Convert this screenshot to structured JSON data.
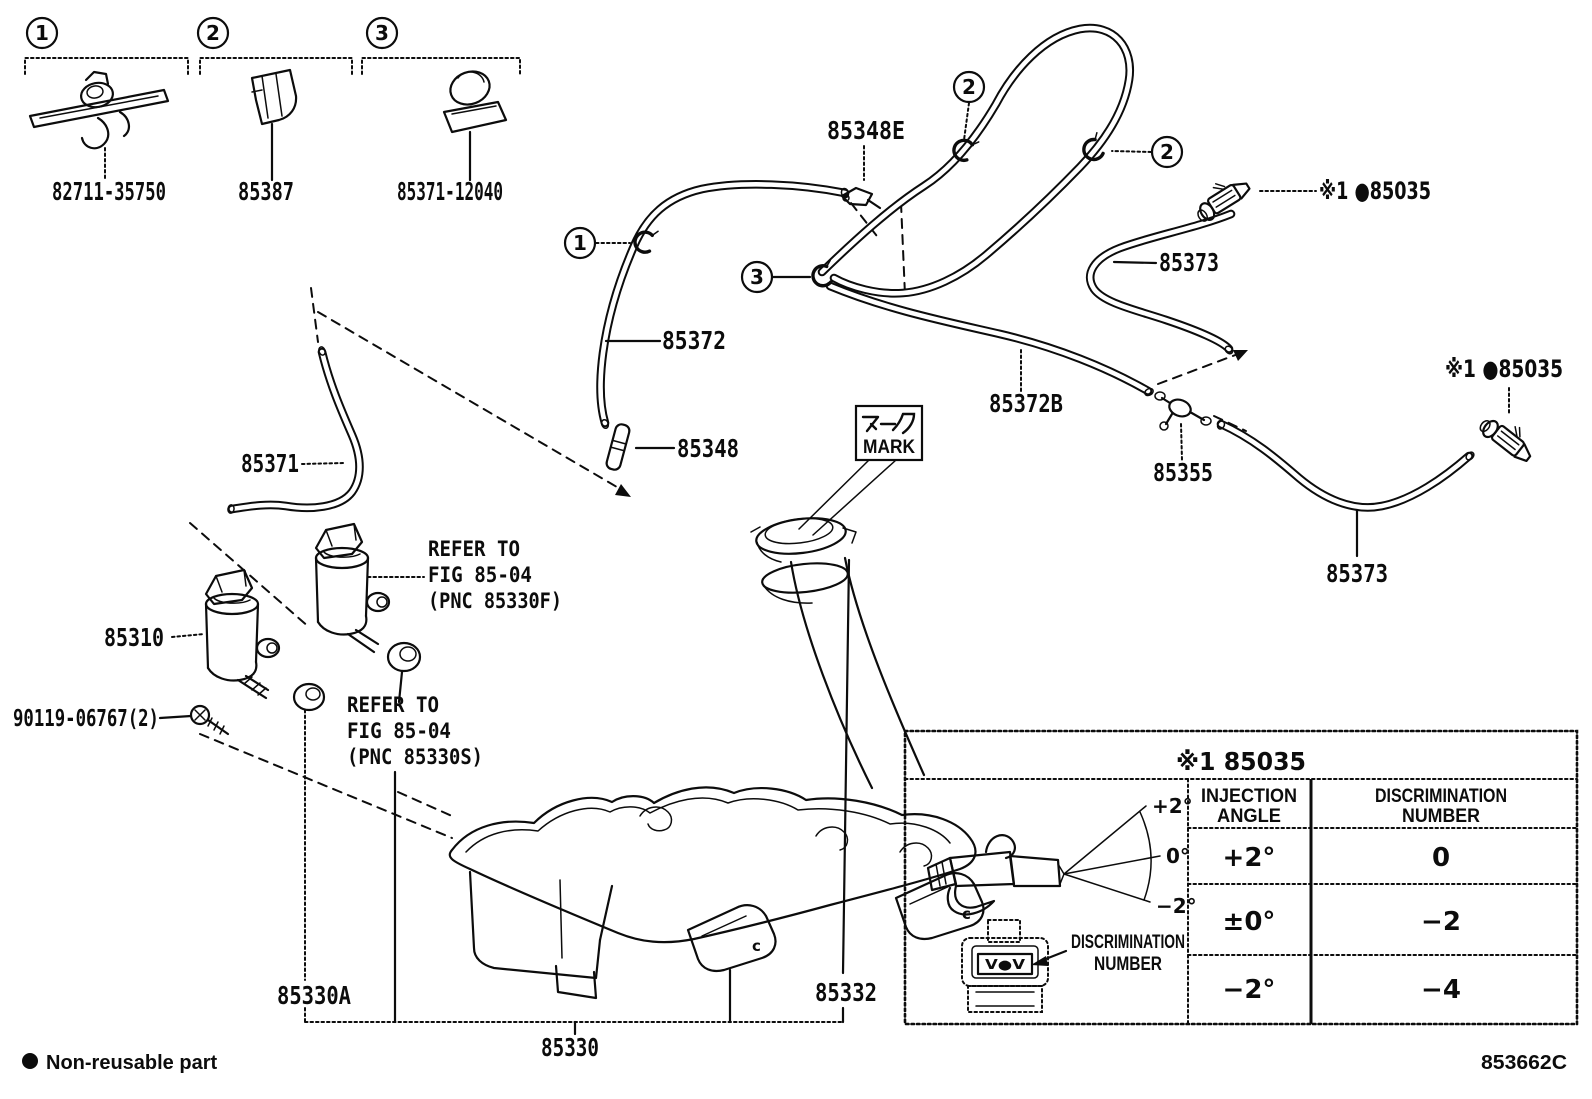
{
  "page": {
    "footer_bullet": "●",
    "footer_note": "Non-reusable part",
    "doc_code": "853662C"
  },
  "legend": {
    "items": [
      {
        "num": "1",
        "part": "82711-35750"
      },
      {
        "num": "2",
        "part": "85387"
      },
      {
        "num": "3",
        "part": "85371-12040"
      }
    ]
  },
  "callouts": {
    "one": "1",
    "two": "2",
    "three": "3"
  },
  "parts": {
    "hose_joint_e": "85348E",
    "hose_front": "85372",
    "joint": "85348",
    "hose_left": "85371",
    "washer_pump": "85310",
    "screw": "90119-06767(2)",
    "hose_rear": "85372B",
    "connector_three_way": "85355",
    "hose_nozzle_left": "85373",
    "hose_nozzle_right": "85373",
    "nozzle_left": "※1 ●85035",
    "nozzle_right": "※1 ●85035",
    "tank_bracket": "85330A",
    "tank_cap": "85332",
    "tank_assy": "85330",
    "foot_mark": "c"
  },
  "notes": {
    "refer_pump": [
      "REFER TO",
      "FIG 85-04",
      "(PNC 85330F)"
    ],
    "refer_grommet": [
      "REFER TO",
      "FIG 85-04",
      "(PNC 85330S)"
    ],
    "mark_jp": "マーク",
    "mark_en": "MARK"
  },
  "table": {
    "title": "※1 85035",
    "header_angle": [
      "INJECTION",
      "ANGLE"
    ],
    "header_number": [
      "DISCRIMINATION",
      "NUMBER"
    ],
    "rows": [
      {
        "angle": "+2°",
        "number": "0"
      },
      {
        "angle": "±0°",
        "number": "−2"
      },
      {
        "angle": "−2°",
        "number": "−4"
      }
    ],
    "fan_labels": {
      "plus": "+2°",
      "zero": "0°",
      "minus": "−2°"
    },
    "callout": [
      "DISCRIMINATION",
      "NUMBER"
    ],
    "connector_marks": "V●V"
  }
}
